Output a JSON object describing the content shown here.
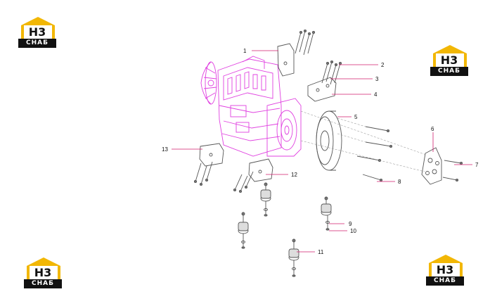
{
  "logo": {
    "mark": "H3",
    "wordmark": "СНАБ",
    "colors": {
      "accent": "#f2b705",
      "dark": "#111111"
    }
  },
  "callouts": [
    {
      "label": "1"
    },
    {
      "label": "2"
    },
    {
      "label": "3"
    },
    {
      "label": "4"
    },
    {
      "label": "5"
    },
    {
      "label": "6"
    },
    {
      "label": "7"
    },
    {
      "label": "8"
    },
    {
      "label": "9"
    },
    {
      "label": "10"
    },
    {
      "label": "11"
    },
    {
      "label": "12"
    },
    {
      "label": "13"
    }
  ],
  "colors": {
    "engine": "#e040e0",
    "parts": "#555555",
    "leader": "#d01e6e"
  }
}
